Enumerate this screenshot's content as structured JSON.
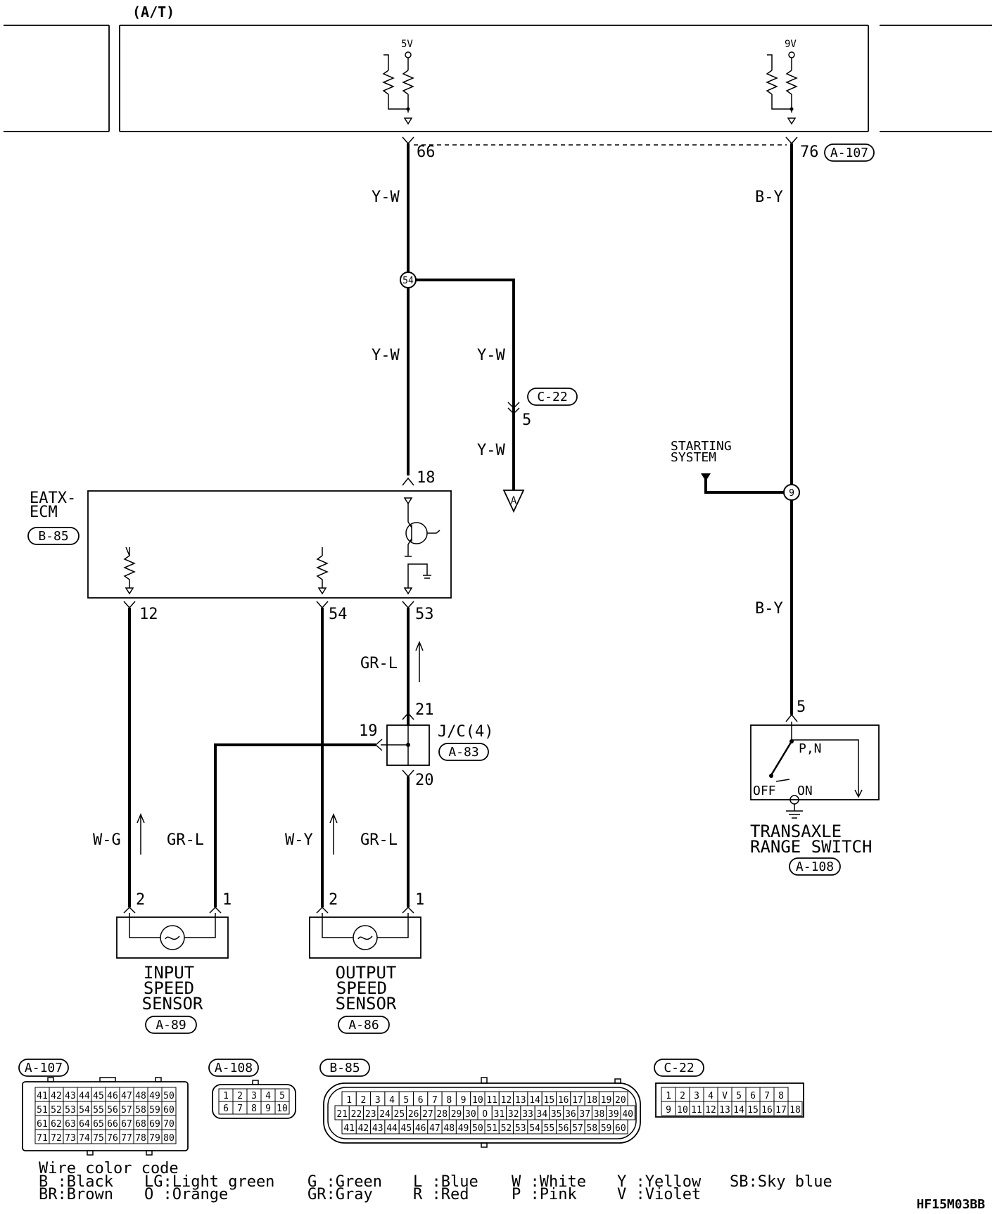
{
  "diagram": {
    "heading": "(A/T)",
    "doc_code": "HF15M03BB",
    "supply_5v": "5V",
    "supply_9v": "9V",
    "pins": {
      "p66": "66",
      "p76": "76",
      "p18": "18",
      "p5_c22": "5",
      "p12": "12",
      "p54": "54",
      "p53": "53",
      "p21": "21",
      "p19": "19",
      "p20": "20",
      "p5_switch": "5",
      "in2": "2",
      "in1": "1",
      "out2": "2",
      "out1": "1"
    },
    "connectors": {
      "a107": "A-107",
      "c22": "C-22",
      "b85": "B-85",
      "a83": "A-83",
      "a108": "A-108",
      "a89": "A-89",
      "a86": "A-86"
    },
    "wires": {
      "yw1": "Y-W",
      "yw2": "Y-W",
      "yw3": "Y-W",
      "yw4": "Y-W",
      "by1": "B-Y",
      "by2": "B-Y",
      "grl1": "GR-L",
      "grl2": "GR-L",
      "grl3": "GR-L",
      "wg": "W-G",
      "wy": "W-Y"
    },
    "splices": {
      "s54": "54",
      "s9": "9"
    },
    "ground_a": "A",
    "ecm": {
      "line1": "EATX-",
      "line2": "ECM"
    },
    "jc": "J/C(4)",
    "starting": {
      "line1": "STARTING",
      "line2": "SYSTEM"
    },
    "switch_labels": {
      "pn": "P,N",
      "off": "OFF",
      "on": "ON"
    },
    "trs": {
      "line1": "TRANSAXLE",
      "line2": "RANGE SWITCH"
    },
    "iss": {
      "line1": "INPUT",
      "line2": "SPEED",
      "line3": "SENSOR"
    },
    "oss": {
      "line1": "OUTPUT",
      "line2": "SPEED",
      "line3": "SENSOR"
    }
  },
  "connector_views": {
    "a107": {
      "label": "A-107",
      "rows": [
        [
          "41",
          "42",
          "43",
          "44",
          "45",
          "46",
          "47",
          "48",
          "49",
          "50"
        ],
        [
          "51",
          "52",
          "53",
          "54",
          "55",
          "56",
          "57",
          "58",
          "59",
          "60"
        ],
        [
          "61",
          "62",
          "63",
          "64",
          "65",
          "66",
          "67",
          "68",
          "69",
          "70"
        ],
        [
          "71",
          "72",
          "73",
          "74",
          "75",
          "76",
          "77",
          "78",
          "79",
          "80"
        ]
      ]
    },
    "a108": {
      "label": "A-108",
      "rows": [
        [
          "1",
          "2",
          "3",
          "4",
          "5"
        ],
        [
          "6",
          "7",
          "8",
          "9",
          "10"
        ]
      ]
    },
    "b85": {
      "label": "B-85",
      "rows": [
        [
          "1",
          "2",
          "3",
          "4",
          "5",
          "6",
          "7",
          "8",
          "9",
          "10",
          "11",
          "12",
          "13",
          "14",
          "15",
          "16",
          "17",
          "18",
          "19",
          "20"
        ],
        [
          "21",
          "22",
          "23",
          "24",
          "25",
          "26",
          "27",
          "28",
          "29",
          "30",
          "O",
          "31",
          "32",
          "33",
          "34",
          "35",
          "36",
          "37",
          "38",
          "39",
          "40"
        ],
        [
          "41",
          "42",
          "43",
          "44",
          "45",
          "46",
          "47",
          "48",
          "49",
          "50",
          "51",
          "52",
          "53",
          "54",
          "55",
          "56",
          "57",
          "58",
          "59",
          "60"
        ]
      ]
    },
    "c22": {
      "label": "C-22",
      "rows": [
        [
          "1",
          "2",
          "3",
          "4",
          "V",
          "5",
          "6",
          "7",
          "8"
        ],
        [
          "9",
          "10",
          "11",
          "12",
          "13",
          "14",
          "15",
          "16",
          "17",
          "18"
        ]
      ]
    }
  },
  "legend": {
    "title": "Wire color code",
    "items": [
      {
        "a": "B :Black",
        "b": "BR:Brown"
      },
      {
        "a": "LG:Light green",
        "b": "O :Orange"
      },
      {
        "a": "G :Green",
        "b": "GR:Gray"
      },
      {
        "a": "L :Blue",
        "b": "R :Red"
      },
      {
        "a": "W :White",
        "b": "P :Pink"
      },
      {
        "a": "Y :Yellow",
        "b": "V :Violet"
      },
      {
        "a": "SB:Sky blue",
        "b": ""
      }
    ]
  }
}
